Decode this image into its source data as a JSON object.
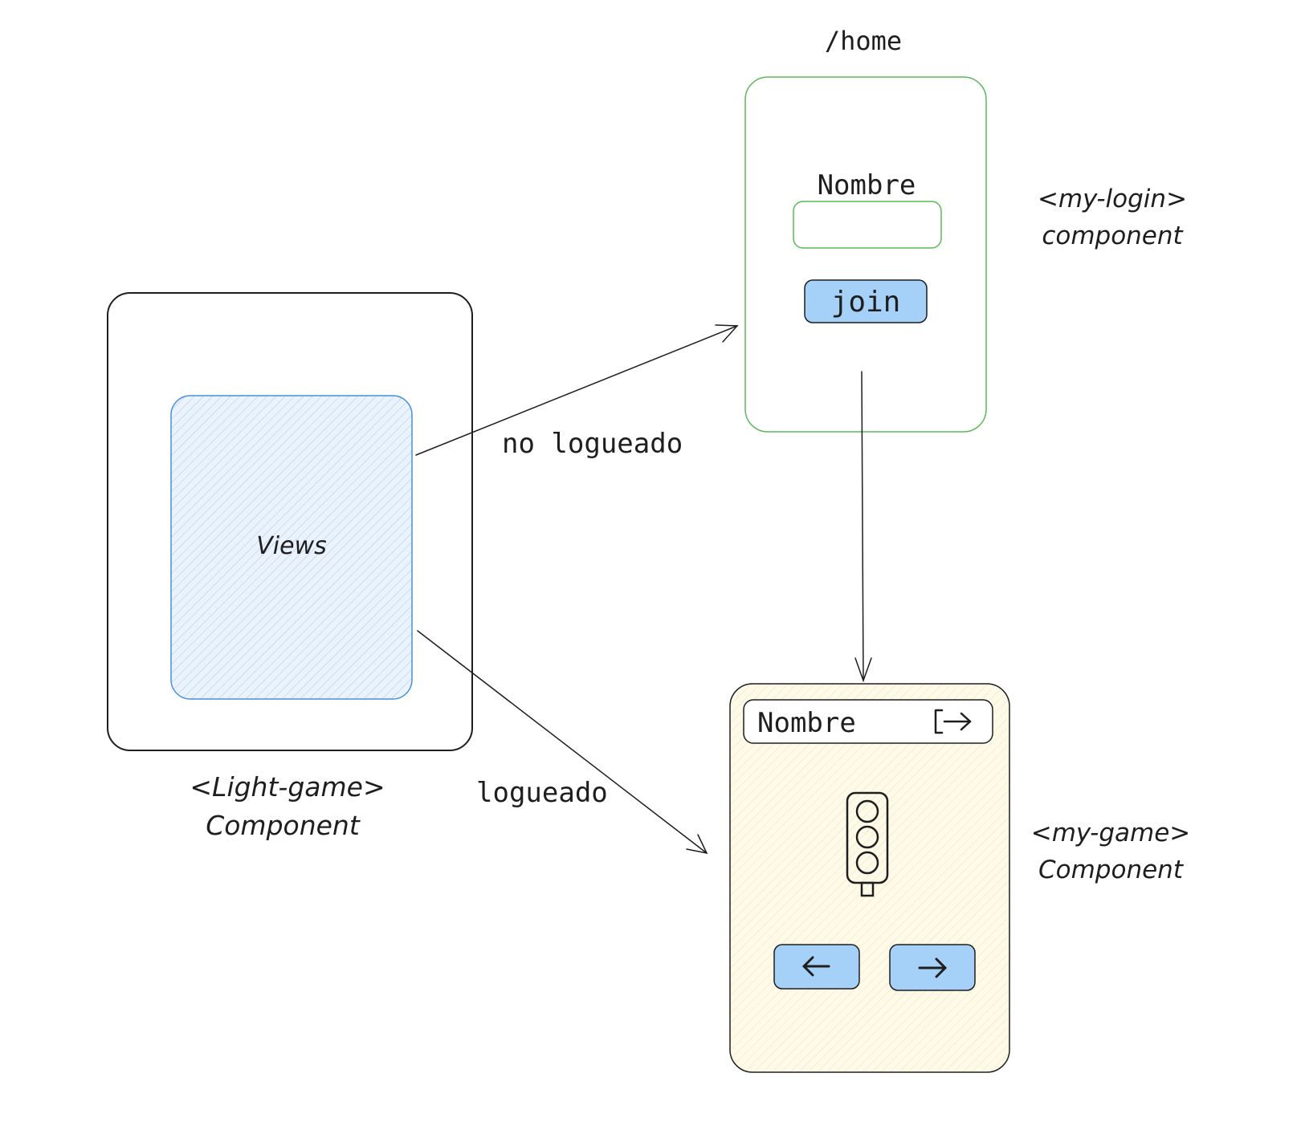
{
  "route_label": "/home",
  "light_game": {
    "inner_label": "Views",
    "caption_line1": "<Light-game>",
    "caption_line2": "Component"
  },
  "login": {
    "field_label": "Nombre",
    "join_label": "join",
    "caption_line1": "<my-login>",
    "caption_line2": "component"
  },
  "game": {
    "header_name": "Nombre",
    "logout_icon": "logout-icon",
    "traffic_icon": "traffic-light-icon",
    "prev_icon": "arrow-left-icon",
    "next_icon": "arrow-right-icon",
    "caption_line1": "<my-game>",
    "caption_line2": "Component"
  },
  "edges": {
    "not_logged": "no logueado",
    "logged": "logueado"
  },
  "colors": {
    "stroke": "#1e1e1e",
    "views_stroke": "#4a90d9",
    "views_fill": "#dbe9f8",
    "login_stroke": "#5cb85c",
    "button_fill": "#a5d0f7",
    "game_fill": "#fbf6d9"
  }
}
